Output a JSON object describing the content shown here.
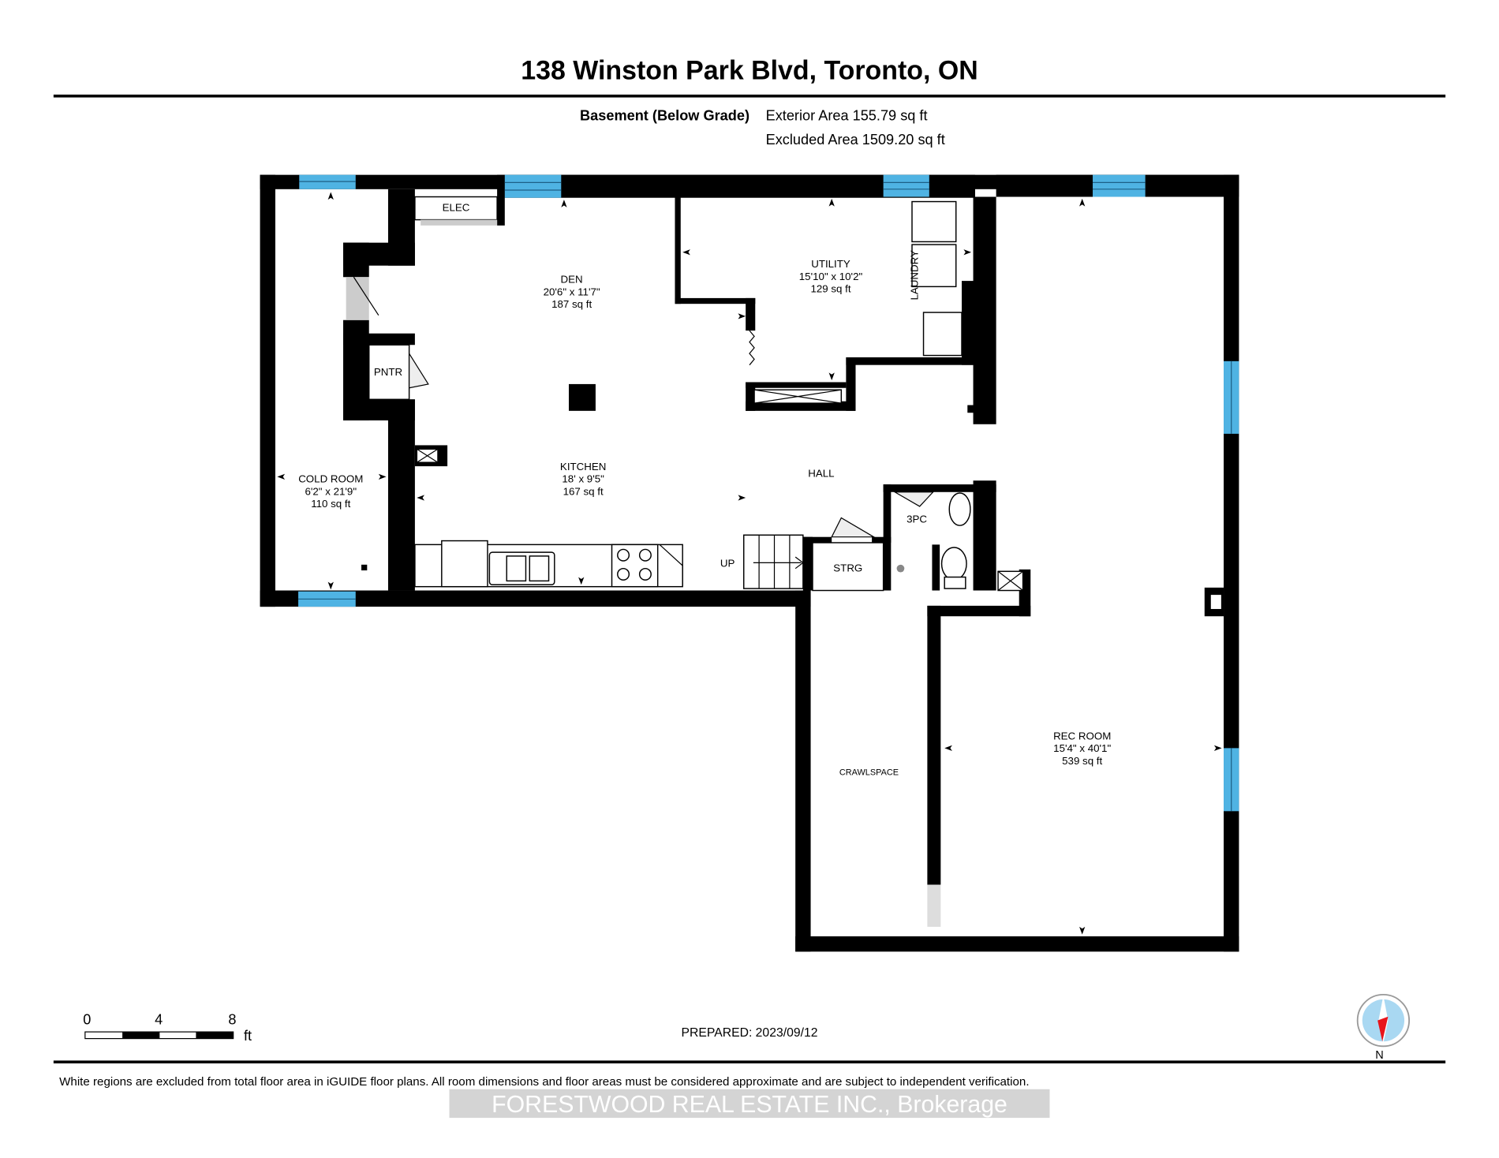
{
  "header": {
    "title": "138 Winston Park Blvd, Toronto, ON",
    "floor": "Basement (Below Grade)",
    "exterior_area": "Exterior Area 155.79 sq ft",
    "excluded_area": "Excluded Area 1509.20 sq ft"
  },
  "rooms": {
    "den": {
      "name": "DEN",
      "dims": "20'6\" x 11'7\"",
      "area": "187 sq ft"
    },
    "utility": {
      "name": "UTILITY",
      "dims": "15'10\" x 10'2\"",
      "area": "129 sq ft"
    },
    "kitchen": {
      "name": "KITCHEN",
      "dims": "18' x 9'5\"",
      "area": "167 sq ft"
    },
    "cold_room": {
      "name": "COLD ROOM",
      "dims": "6'2\" x 21'9\"",
      "area": "110 sq ft"
    },
    "rec_room": {
      "name": "REC ROOM",
      "dims": "15'4\" x 40'1\"",
      "area": "539 sq ft"
    }
  },
  "labels": {
    "elec": "ELEC",
    "pntr": "PNTR",
    "laundry": "LAUNDRY",
    "hall": "HALL",
    "three_pc": "3PC",
    "up": "UP",
    "strg": "STRG",
    "crawlspace": "CRAWLSPACE"
  },
  "scale": {
    "t0": "0",
    "t4": "4",
    "t8": "8",
    "unit": "ft"
  },
  "prepared": "PREPARED: 2023/09/12",
  "compass": {
    "label": "N"
  },
  "footer": {
    "disclaimer": "White regions are excluded from total floor area in iGUIDE floor plans. All room dimensions and floor areas must be considered approximate and are subject to independent verification.",
    "watermark": "FORESTWOOD REAL ESTATE INC., Brokerage"
  },
  "colors": {
    "window": "#4fb3e3",
    "wall": "#000000",
    "compass_needle": "#e8141b"
  }
}
